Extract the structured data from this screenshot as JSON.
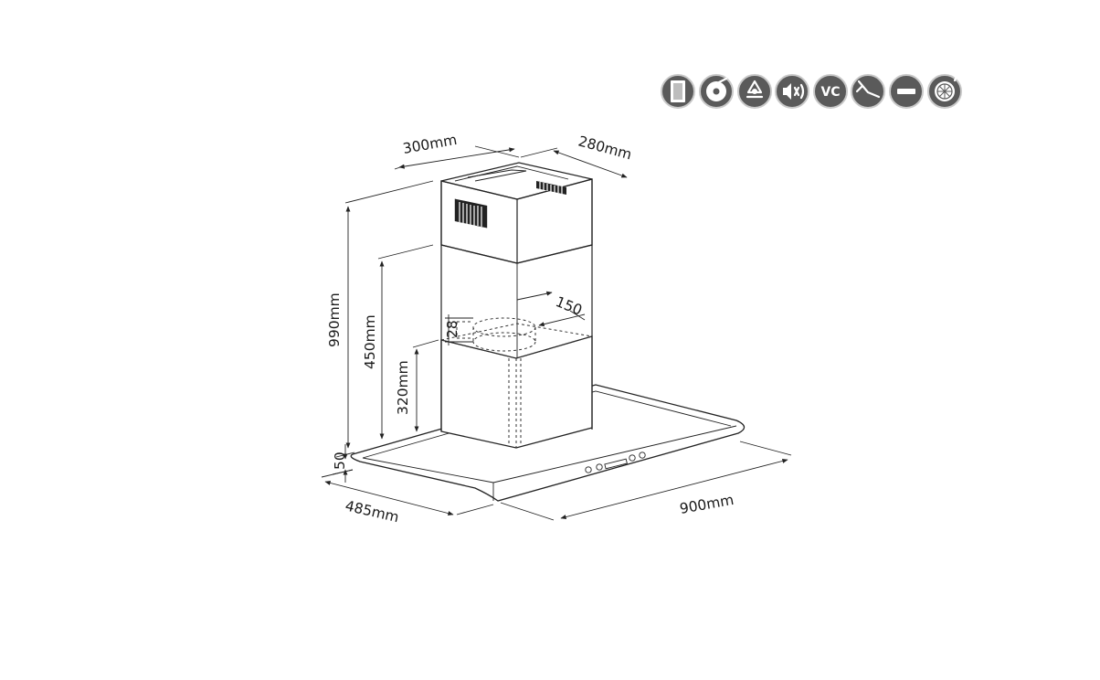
{
  "dimensions": {
    "chimney_width": "300mm",
    "chimney_depth": "280mm",
    "total_height": "990mm",
    "chimney_height": "450mm",
    "body_height": "320mm",
    "outlet_diameter": "150",
    "outlet_collar": "28",
    "canopy_thickness": "50",
    "canopy_depth": "485mm",
    "canopy_width": "900mm"
  },
  "feature_icons": [
    {
      "icon": "filter-panel-icon"
    },
    {
      "icon": "disc-icon"
    },
    {
      "icon": "recycle-icon"
    },
    {
      "icon": "sound-icon"
    },
    {
      "icon": "vc-icon",
      "text": "VC"
    },
    {
      "icon": "wall-mount-icon"
    },
    {
      "icon": "minus-icon"
    },
    {
      "icon": "turbine-fan-icon"
    }
  ]
}
